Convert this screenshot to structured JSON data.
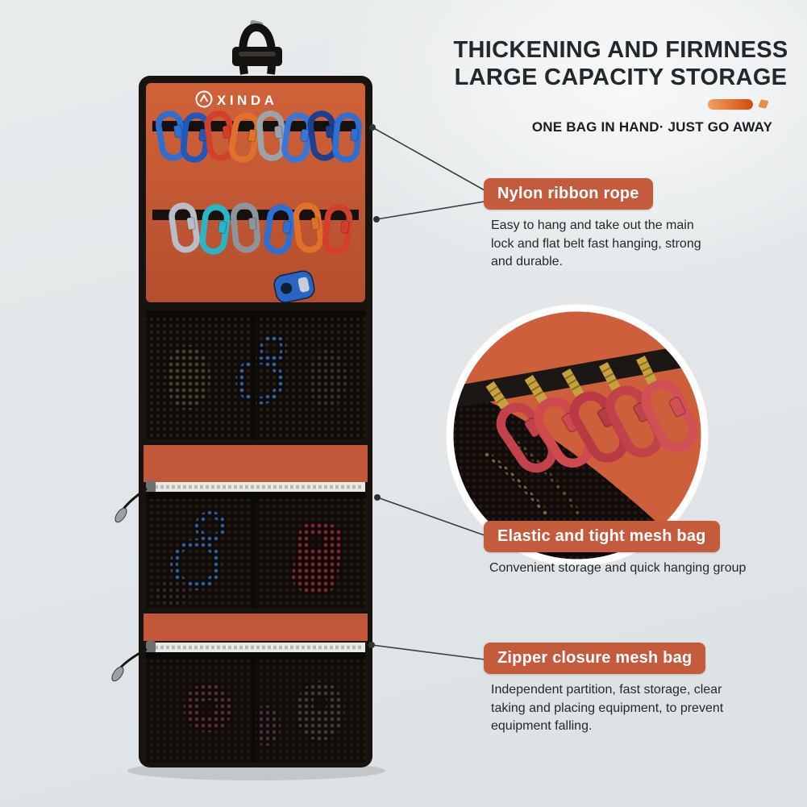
{
  "brand": {
    "name": "XINDA"
  },
  "header": {
    "title_line1": "THICKENING AND FIRMNESS",
    "title_line2": "LARGE CAPACITY STORAGE",
    "tagline": "ONE BAG IN HAND·  JUST GO AWAY"
  },
  "callouts": [
    {
      "label": "Nylon ribbon rope",
      "description": "Easy to hang and take out the main lock and flat belt fast hanging, strong and durable."
    },
    {
      "label": "Elastic and tight mesh bag",
      "description": "Convenient storage and quick hanging group"
    },
    {
      "label": "Zipper closure mesh bag",
      "description": "Independent partition, fast storage, clear taking and placing equipment, to prevent equipment falling."
    }
  ],
  "colors": {
    "background": "#e4e8ea",
    "bag_orange": "#c75a36",
    "badge_orange": "#c35b3c",
    "title_text": "#23282e",
    "accent_swoosh_start": "#f2a35c",
    "accent_swoosh_end": "#d2490f"
  }
}
